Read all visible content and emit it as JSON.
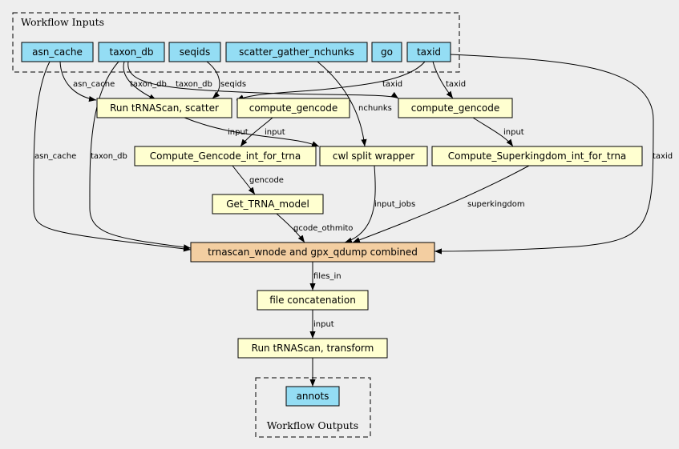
{
  "clusters": {
    "inputs": "Workflow Inputs",
    "outputs": "Workflow Outputs"
  },
  "nodes": {
    "asn_cache": "asn_cache",
    "taxon_db": "taxon_db",
    "seqids": "seqids",
    "scatter_gather_nchunks": "scatter_gather_nchunks",
    "go": "go",
    "taxid": "taxid",
    "run_trnascan_scatter": "Run tRNAScan, scatter",
    "compute_gencode_1": "compute_gencode",
    "compute_gencode_2": "compute_gencode",
    "compute_gencode_int": "Compute_Gencode_int_for_trna",
    "cwl_split_wrapper": "cwl split wrapper",
    "compute_superkingdom": "Compute_Superkingdom_int_for_trna",
    "get_trna_model": "Get_TRNA_model",
    "combined": "trnascan_wnode and gpx_qdump combined",
    "file_concat": "file concatenation",
    "run_trnascan_transform": "Run tRNAScan, transform",
    "annots": "annots"
  },
  "edge_labels": {
    "asn_cache_scatter": "asn_cache",
    "taxon_db_scatter": "taxon_db",
    "taxon_db_gencode2": "taxon_db",
    "seqids_scatter": "seqids",
    "taxid_gencode1": "taxid",
    "taxid_gencode2": "taxid",
    "nchunks": "nchunks",
    "scatter_cwl": "input",
    "gencode1_int": "input",
    "gencode2_superkingdom": "input",
    "asn_cache_combined": "asn_cache",
    "taxon_db_combined": "taxon_db",
    "taxid_combined": "taxid",
    "gencode": "gencode",
    "input_jobs": "input_jobs",
    "superkingdom": "superkingdom",
    "gcode_othmito": "gcode_othmito",
    "files_in": "files_in",
    "concat_transform": "input"
  },
  "colors": {
    "background": "#eeeeee",
    "input_fill": "#94ddf4",
    "step_fill": "#ffffd0",
    "combined_fill": "#f3cea1",
    "border": "#000000"
  }
}
